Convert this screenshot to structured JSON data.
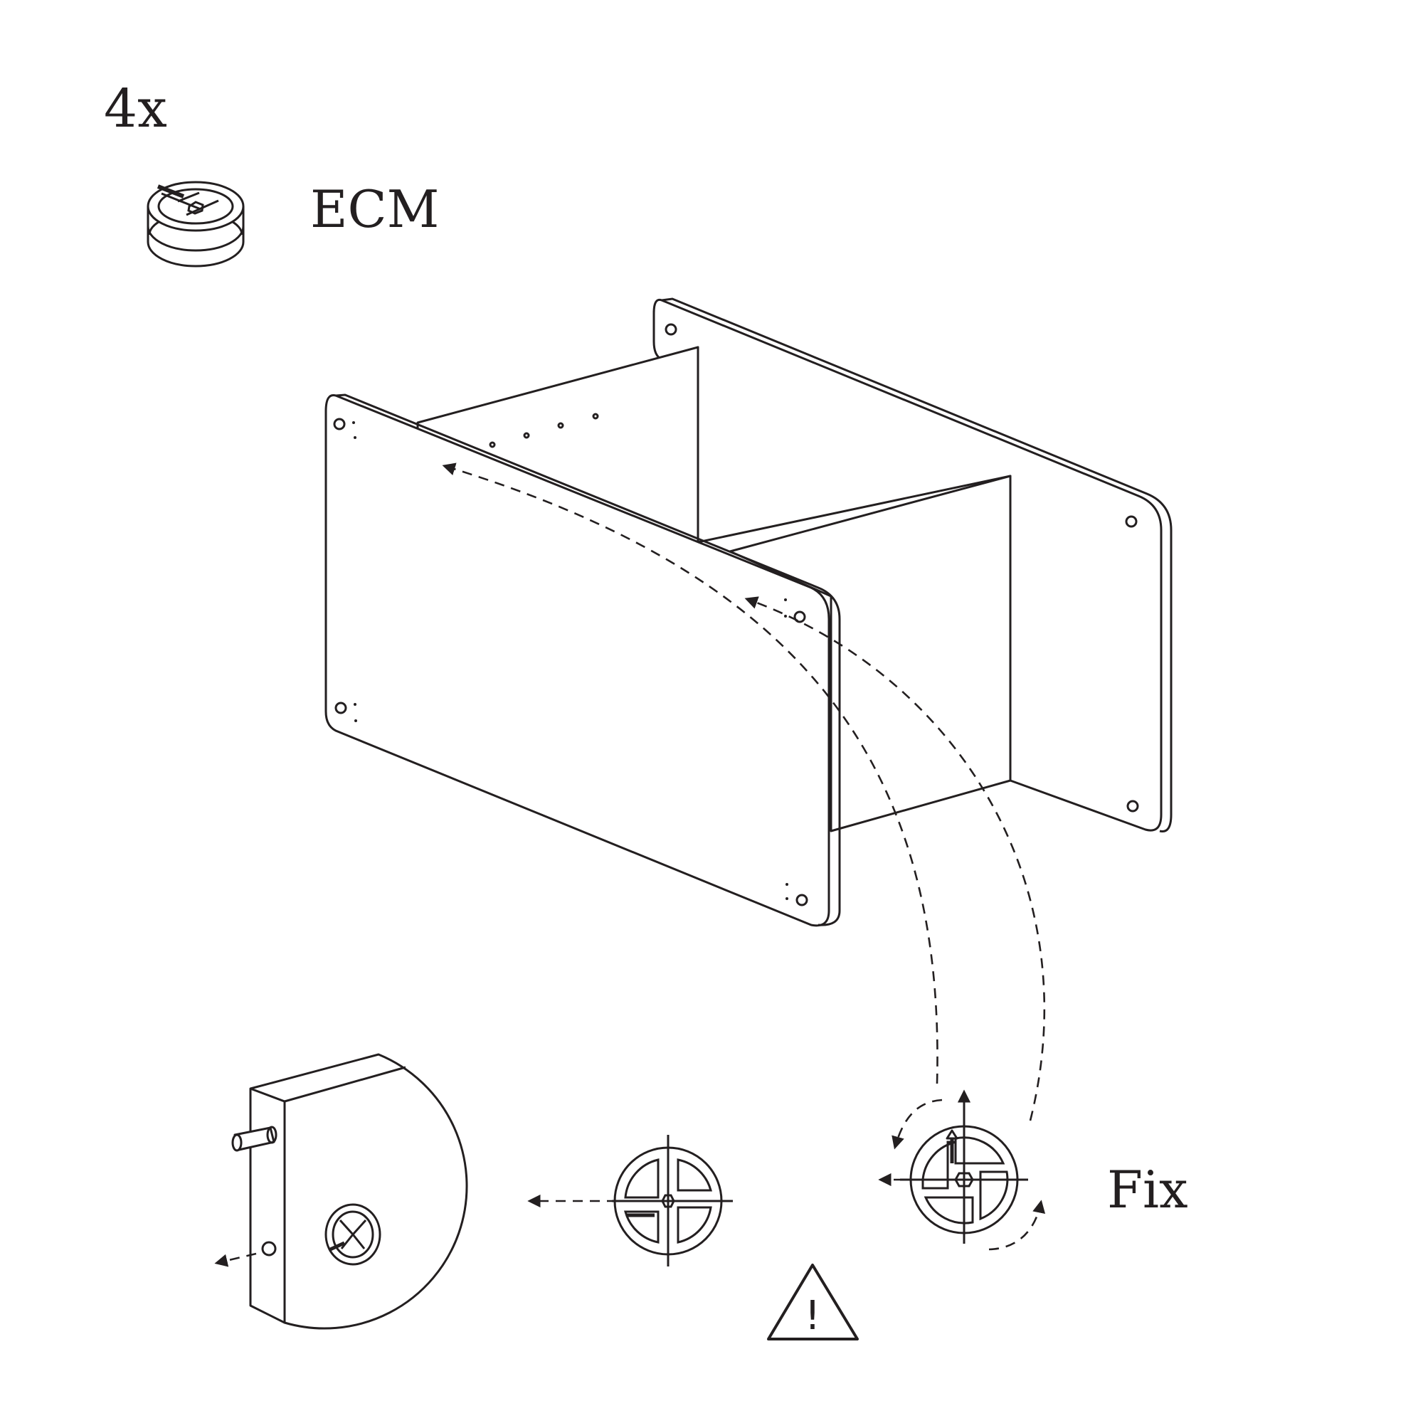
{
  "quantity_label": "4x",
  "part": {
    "code": "ECM"
  },
  "action_label": "Fix",
  "warning_mark": "!",
  "colors": {
    "ink": "#231f20",
    "background": "#ffffff"
  }
}
